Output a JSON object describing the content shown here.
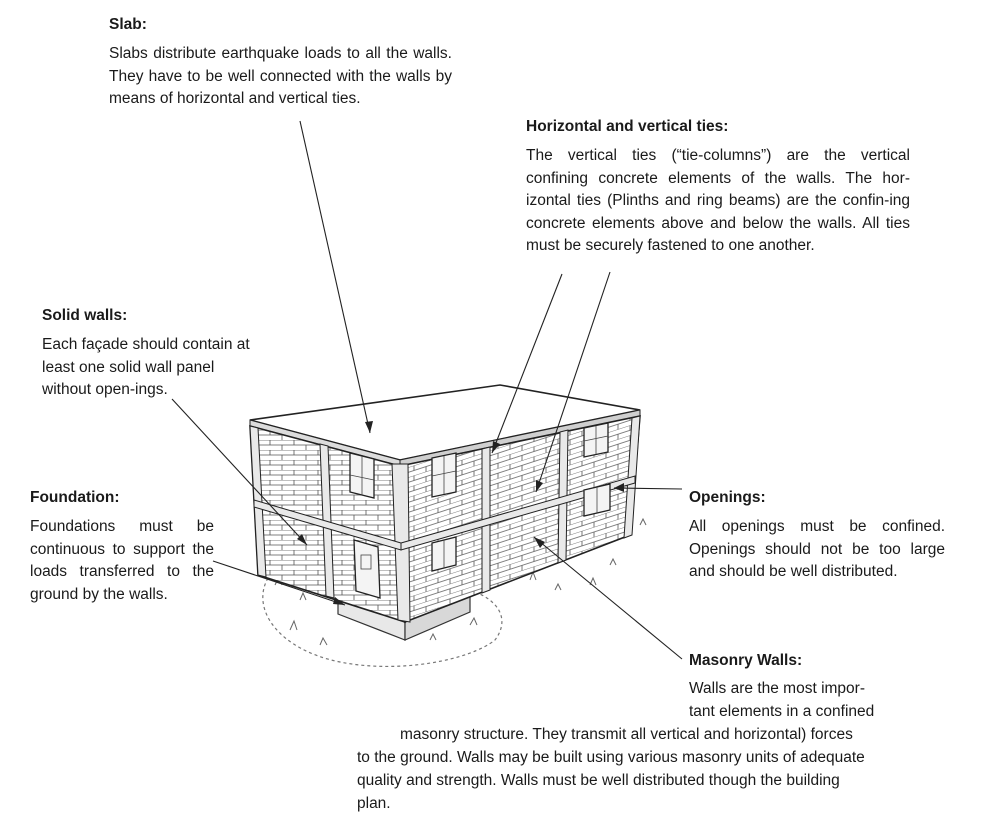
{
  "slab": {
    "title": "Slab:",
    "text": "Slabs distribute earthquake loads to all the walls. They have to be well connected with the walls by means of horizontal and vertical ties."
  },
  "ties": {
    "title": "Horizontal and vertical ties:",
    "text": "The vertical ties (“tie-columns”) are the vertical confining concrete elements of the walls. The hor-izontal ties (Plinths and ring beams) are the confin-ing concrete elements above and below the walls. All ties must be securely fastened to one another."
  },
  "solid_walls": {
    "title": "Solid walls:",
    "text": "Each façade should contain at least one solid wall panel without open-ings."
  },
  "foundation": {
    "title": "Foundation:",
    "text": "Foundations must be continuous to support the loads transferred to the ground by the walls."
  },
  "openings": {
    "title": "Openings:",
    "text": "All openings must be confined. Openings should not be too large and should be well distributed."
  },
  "masonry_walls": {
    "title": "Masonry Walls:",
    "lines": [
      "Walls are the most impor-",
      "tant elements in a confined",
      "masonry structure. They transmit all vertical and horizontal) forces",
      "to the ground. Walls may be built using various masonry units of adequate",
      "quality and strength. Walls must be well distributed though the building",
      "plan."
    ]
  },
  "illustration": {
    "subject": "two-storey confined masonry building"
  }
}
